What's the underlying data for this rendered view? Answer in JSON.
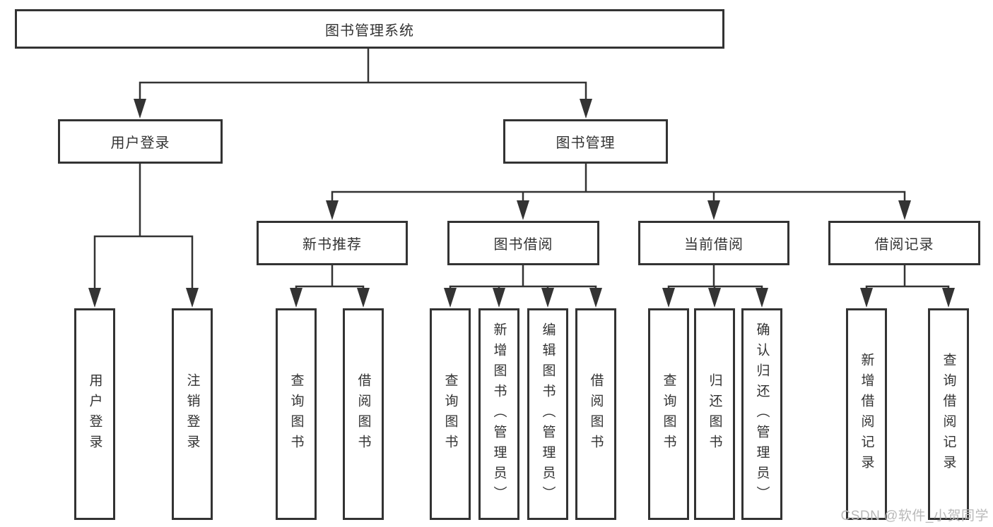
{
  "diagram": {
    "watermark": "CSDN @软件_小贺同学",
    "colors": {
      "line": "#333333",
      "text": "#333333",
      "background": "#ffffff",
      "watermark": "#b9b9b9"
    },
    "tree": {
      "label": "图书管理系统",
      "children": [
        {
          "label": "用户登录",
          "children": [
            {
              "label": "用户登录"
            },
            {
              "label": "注销登录"
            }
          ]
        },
        {
          "label": "图书管理",
          "children": [
            {
              "label": "新书推荐",
              "children": [
                {
                  "label": "查询图书"
                },
                {
                  "label": "借阅图书"
                }
              ]
            },
            {
              "label": "图书借阅",
              "children": [
                {
                  "label": "查询图书"
                },
                {
                  "label": "新增图书（管理员）"
                },
                {
                  "label": "编辑图书（管理员）"
                },
                {
                  "label": "借阅图书"
                }
              ]
            },
            {
              "label": "当前借阅",
              "children": [
                {
                  "label": "查询图书"
                },
                {
                  "label": "归还图书"
                },
                {
                  "label": "确认归还（管理员）"
                }
              ]
            },
            {
              "label": "借阅记录",
              "children": [
                {
                  "label": "新增借阅记录"
                },
                {
                  "label": "查询借阅记录"
                }
              ]
            }
          ]
        }
      ]
    }
  }
}
